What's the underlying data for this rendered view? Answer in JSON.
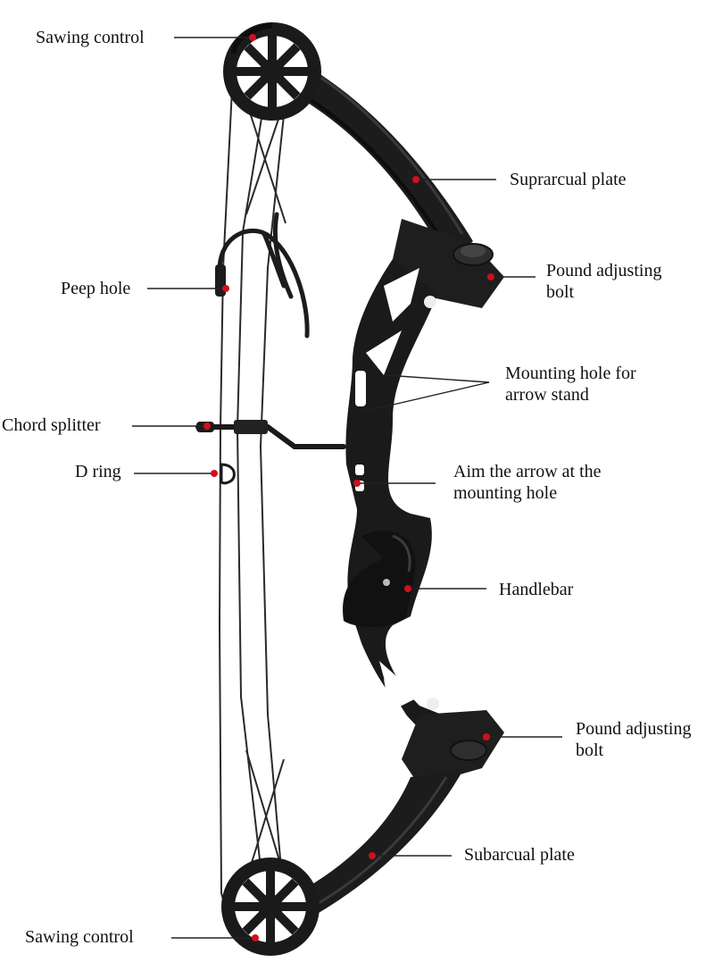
{
  "labels": {
    "sawing_control_top": "Sawing control",
    "suprarcual_plate": "Suprarcual plate",
    "pound_adjusting_bolt_top": [
      "Pound adjusting",
      "bolt"
    ],
    "peep_hole": "Peep hole",
    "mounting_hole": [
      "Mounting hole for",
      "arrow stand"
    ],
    "chord_splitter": "Chord splitter",
    "d_ring": "D ring",
    "aim_arrow": [
      "Aim the arrow at the",
      "mounting hole"
    ],
    "handlebar": "Handlebar",
    "pound_adjusting_bolt_bottom": [
      "Pound adjusting",
      "bolt"
    ],
    "subarcual_plate": "Subarcual plate",
    "sawing_control_bottom": "Sawing control"
  },
  "colors": {
    "bow": "#1c1c1c",
    "bow_highlight": "#3a3a3a",
    "marker": "#d0101a",
    "leader_line": "#222222",
    "string": "#2a2a2a"
  }
}
